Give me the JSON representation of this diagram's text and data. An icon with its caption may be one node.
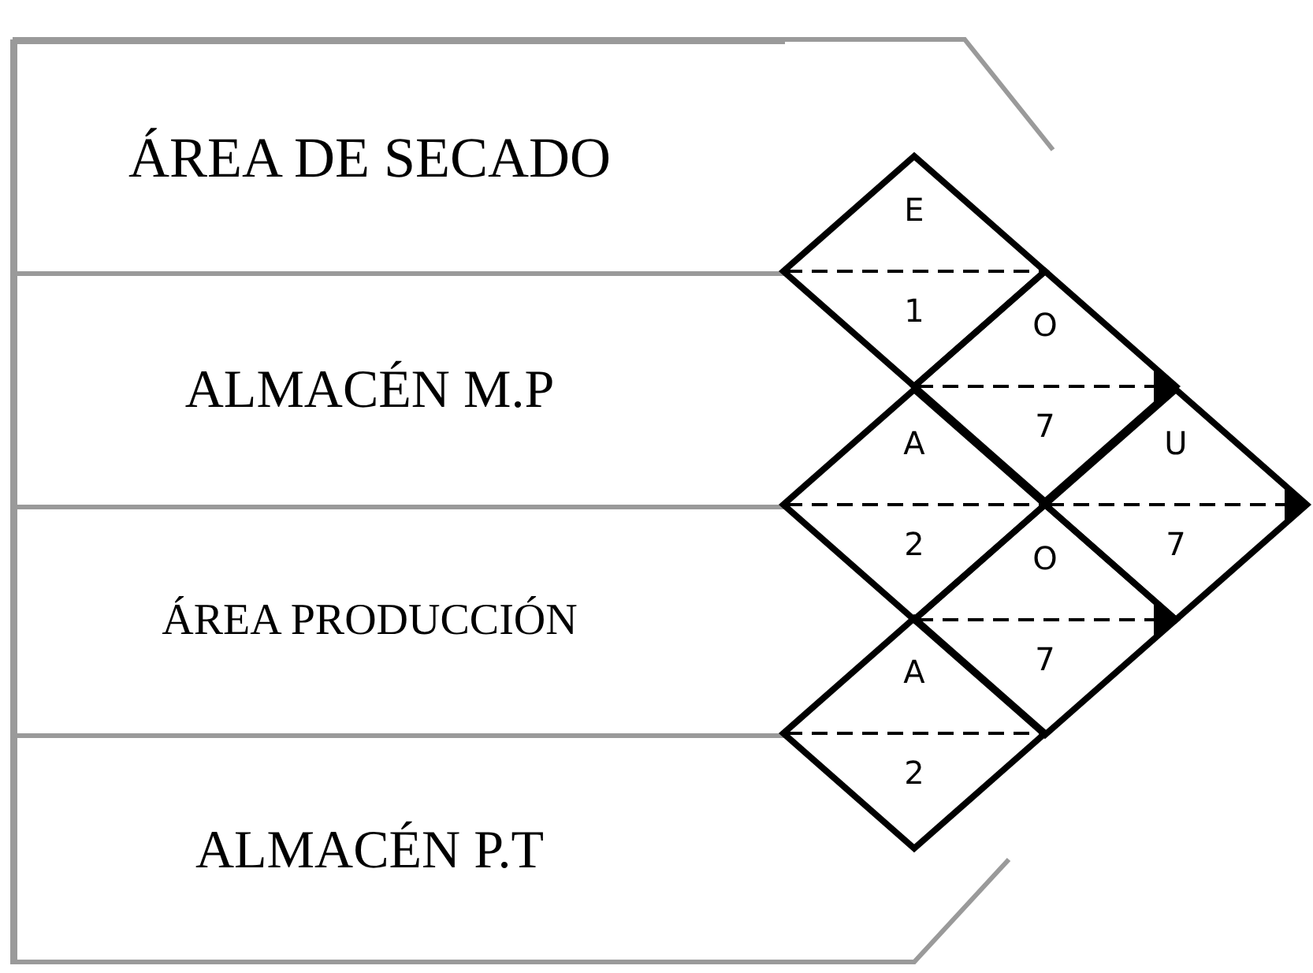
{
  "diagram": {
    "nodes": [
      {
        "text": [
          "ÁREA DE SECADO"
        ]
      },
      {
        "text": [
          "ALMACÉN M.P"
        ]
      },
      {
        "text": [
          "ÁREA PRODUCCIÓN"
        ]
      },
      {
        "text": [
          "ALMACÉN P.T"
        ]
      },
      {
        "text": [
          "E",
          "1"
        ]
      },
      {
        "text": [
          "O",
          "7"
        ]
      },
      {
        "text": [
          "A",
          "2"
        ]
      },
      {
        "text": [
          "U",
          "7"
        ]
      },
      {
        "text": [
          "O",
          "7"
        ]
      },
      {
        "text": [
          "A",
          "2"
        ]
      }
    ]
  }
}
